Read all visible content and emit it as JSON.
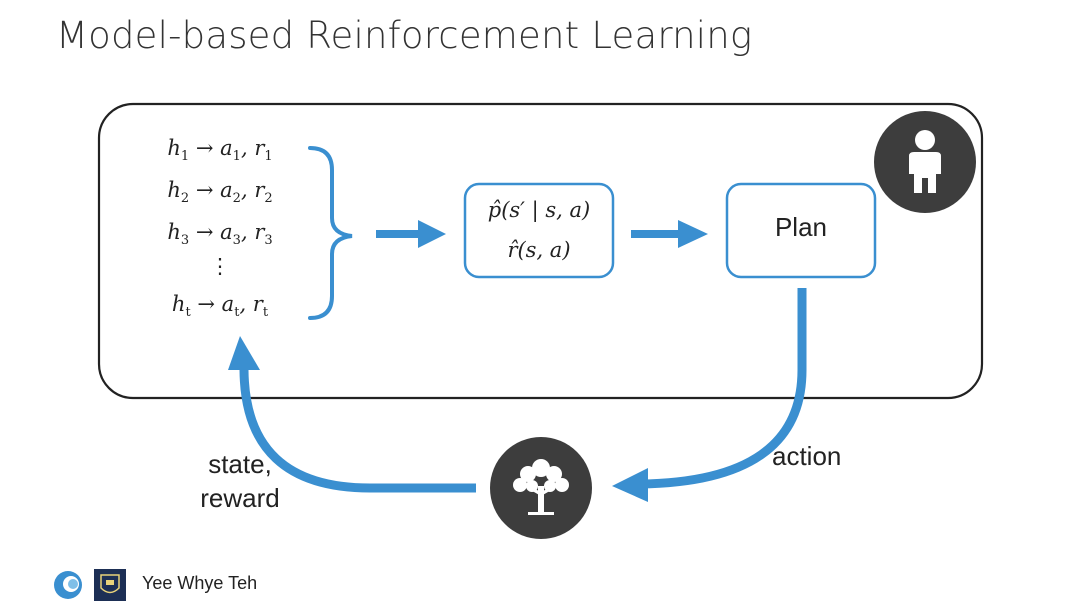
{
  "slide": {
    "title": "Model-based Reinforcement Learning",
    "history": [
      {
        "h": "h",
        "hs": "1",
        "a": "a",
        "as": "1",
        "r": "r",
        "rs": "1"
      },
      {
        "h": "h",
        "hs": "2",
        "a": "a",
        "as": "2",
        "r": "r",
        "rs": "2"
      },
      {
        "h": "h",
        "hs": "3",
        "a": "a",
        "as": "3",
        "r": "r",
        "rs": "3"
      },
      {
        "h": "h",
        "hs": "t",
        "a": "a",
        "as": "t",
        "r": "r",
        "rs": "t"
      }
    ],
    "vdots": "⋮",
    "arrow_glyph": "→",
    "model": {
      "transition": "p̂(s′ | s, a)",
      "reward": "r̂(s, a)"
    },
    "plan_label": "Plan",
    "action_label": "action",
    "state_reward_label": [
      "state,",
      "reward"
    ],
    "agent_icon": "person-icon",
    "environment_icon": "tree-icon",
    "footer": {
      "author": "Yee Whye Teh",
      "logos": [
        "deepmind-logo",
        "oxford-crest-logo"
      ]
    },
    "colors": {
      "accent": "#3a8fd0",
      "icon_circle": "#3d3d3d",
      "box_border": "#222222"
    }
  }
}
